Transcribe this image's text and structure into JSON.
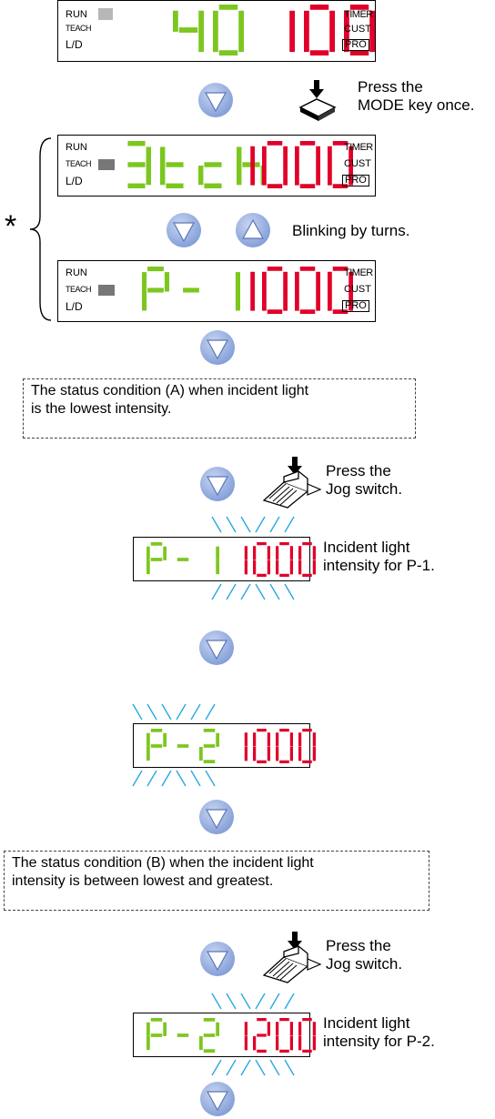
{
  "labels": {
    "run": "RUN",
    "teach": "TEACH",
    "ld": "L/D",
    "timer": "TIMER",
    "cust": "CUST",
    "pro": "PRO"
  },
  "colors": {
    "green": "#7cc71f",
    "red": "#e0002a",
    "arrow_fill": "#8ea8dc",
    "blink": "#29a8e0"
  },
  "displays": [
    {
      "left": "40",
      "right": "100"
    },
    {
      "left": "3tch",
      "right": "1000"
    },
    {
      "left": "P-1",
      "right": "1000"
    },
    {
      "left": "P-1",
      "right": "1000"
    },
    {
      "left": "P-2",
      "right": "1000"
    },
    {
      "left": "P-2",
      "right": "1200"
    }
  ],
  "texts": {
    "press_mode": [
      "Press the",
      "MODE key once."
    ],
    "blinking": "Blinking by turns.",
    "asterisk": "*",
    "status_a": [
      "The status condition (A) when incident light",
      "is the lowest intensity."
    ],
    "press_jog_1": [
      "Press the",
      "Jog switch."
    ],
    "intensity_p1": [
      "Incident light",
      "intensity for P-1."
    ],
    "status_b": [
      "The status condition (B) when the incident light",
      "intensity is between lowest and greatest."
    ],
    "press_jog_2": [
      "Press the",
      "Jog switch."
    ],
    "intensity_p2": [
      "Incident light",
      "intensity for P-2."
    ]
  },
  "icons": [
    "down-arrow-icon",
    "up-arrow-icon",
    "mode-key-icon",
    "jog-switch-icon",
    "blink-rays-icon"
  ]
}
